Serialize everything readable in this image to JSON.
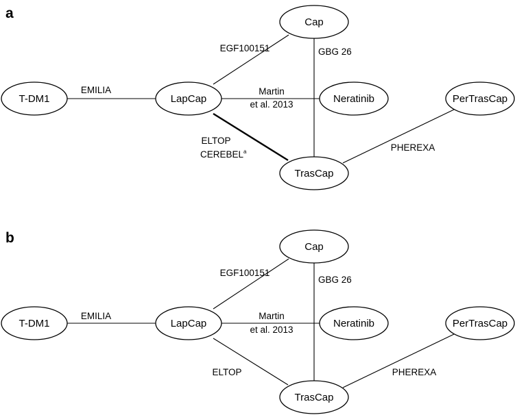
{
  "panels": [
    {
      "label": "a",
      "nodes": {
        "cap": "Cap",
        "tdm1": "T-DM1",
        "lapcap": "LapCap",
        "neratinib": "Neratinib",
        "pertrascap": "PerTrasCap",
        "trascap": "TrasCap"
      },
      "edges": {
        "egf100151": "EGF100151",
        "gbg26": "GBG 26",
        "emilia": "EMILIA",
        "martin_1": "Martin",
        "martin_2": "et al. 2013",
        "eltop": "ELTOP",
        "cerebel": "CEREBEL",
        "cerebel_sup": "a",
        "pherexa": "PHEREXA"
      }
    },
    {
      "label": "b",
      "nodes": {
        "cap": "Cap",
        "tdm1": "T-DM1",
        "lapcap": "LapCap",
        "neratinib": "Neratinib",
        "pertrascap": "PerTrasCap",
        "trascap": "TrasCap"
      },
      "edges": {
        "egf100151": "EGF100151",
        "gbg26": "GBG 26",
        "emilia": "EMILIA",
        "martin_1": "Martin",
        "martin_2": "et al. 2013",
        "eltop": "ELTOP",
        "pherexa": "PHEREXA"
      }
    }
  ]
}
